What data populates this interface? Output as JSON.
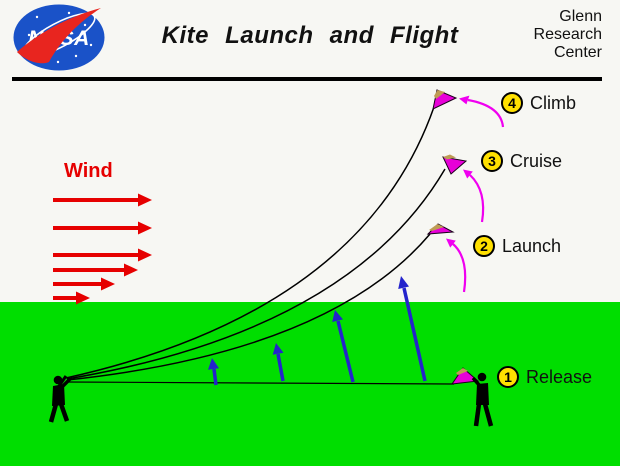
{
  "header": {
    "logo_text": "NASA",
    "title": "Kite Launch and Flight",
    "org_line1": "Glenn",
    "org_line2": "Research",
    "org_line3": "Center"
  },
  "wind": {
    "label": "Wind",
    "arrow_count": 6
  },
  "stages": [
    {
      "num": "1",
      "label": "Release"
    },
    {
      "num": "2",
      "label": "Launch"
    },
    {
      "num": "3",
      "label": "Cruise"
    },
    {
      "num": "4",
      "label": "Climb"
    }
  ],
  "colors": {
    "background": "#f7f7f3",
    "ground_green": "#00de00",
    "wind_red": "#e60000",
    "kite_magenta": "#e800d8",
    "kite_trim_tan": "#bf9b55",
    "flight_path_magenta": "#f000f0",
    "string_black": "#000000",
    "arrow_blue": "#2424cc",
    "badge_yellow": "#ffe000",
    "nasa_blue": "#1a52c8",
    "nasa_red": "#e8251f"
  }
}
